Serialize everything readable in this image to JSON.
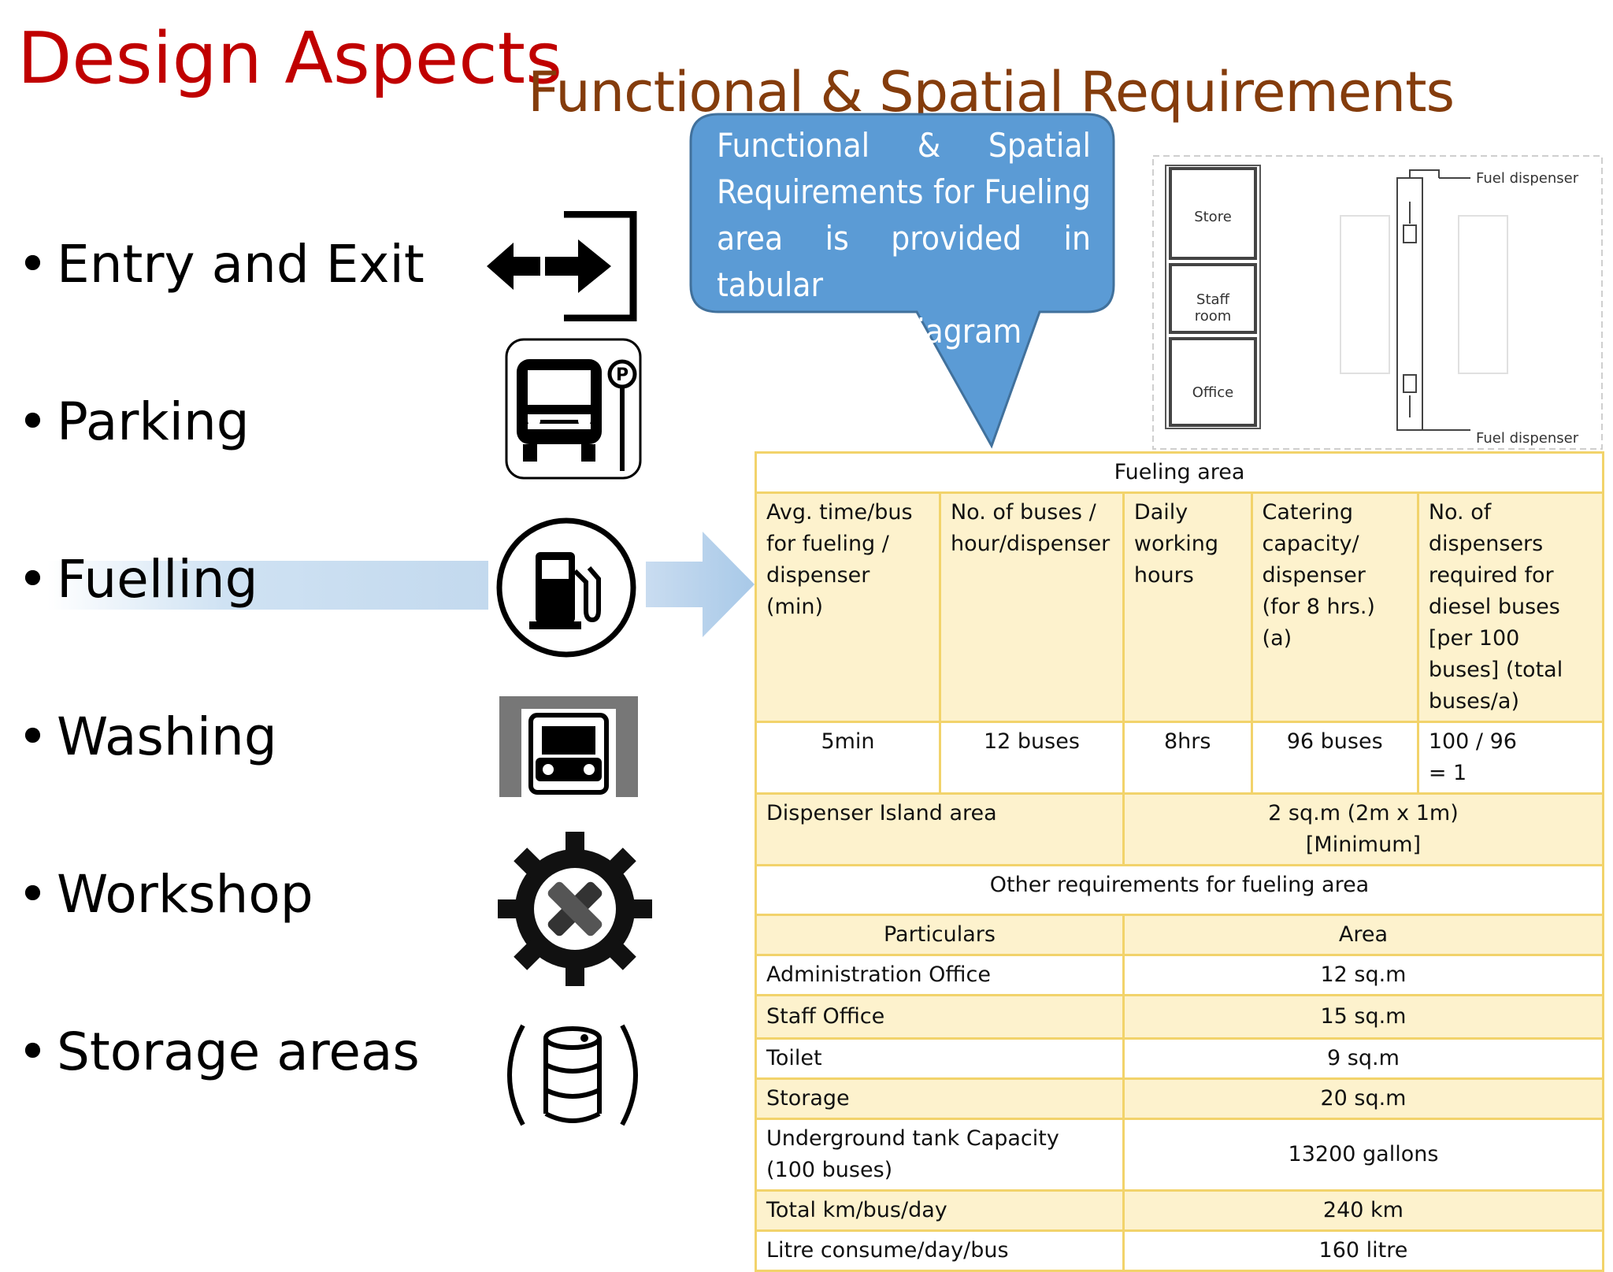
{
  "title": "Design Aspects",
  "subtitle": "Functional & Spatial Requirements",
  "bullets": [
    "Entry and Exit",
    "Parking",
    "Fuelling",
    "Washing",
    "Workshop",
    "Storage areas"
  ],
  "icons": {
    "entry_exit": "entry-exit-arrows-icon",
    "parking": "bus-parking-icon",
    "fuelling": "fuel-pump-icon",
    "washing": "car-wash-icon",
    "workshop": "workshop-gear-icon",
    "storage": "storage-barrel-icon"
  },
  "callout": {
    "line1": "Functional & Spatial",
    "line2": "Requirements for Fueling",
    "line3": "area is provided in tabular",
    "line4": "format with diagram"
  },
  "floorplan": {
    "store": "Store",
    "staff1": "Staff",
    "staff2": "room",
    "office": "Office",
    "dispenser_top": "Fuel dispenser",
    "dispenser_bottom": "Fuel dispenser"
  },
  "table": {
    "title": "Fueling area",
    "headers": [
      "Avg. time/bus for fueling / dispenser (min)",
      "No. of buses / hour/dispenser",
      "Daily working hours",
      "Catering capacity/ dispenser (for 8 hrs.) (a)",
      "No. of dispensers required for diesel buses [per 100 buses] (total buses/a)"
    ],
    "values": [
      "5min",
      "12 buses",
      "8hrs",
      "96 buses",
      "100 / 96 = 1"
    ],
    "island_label": "Dispenser Island area",
    "island_value": "2 sq.m (2m x 1m) [Minimum]",
    "other_title": "Other requirements for fueling area",
    "col_particulars": "Particulars",
    "col_area": "Area",
    "rows": [
      {
        "label": "Administration Office",
        "value": "12 sq.m"
      },
      {
        "label": "Staff Office",
        "value": "15 sq.m"
      },
      {
        "label": "Toilet",
        "value": "9 sq.m"
      },
      {
        "label": "Storage",
        "value": "20 sq.m"
      },
      {
        "label": "Underground tank Capacity (100 buses)",
        "value": "13200 gallons"
      },
      {
        "label": "Total km/bus/day",
        "value": "240 km"
      },
      {
        "label": "Litre consume/day/bus",
        "value": "160 litre"
      }
    ]
  }
}
